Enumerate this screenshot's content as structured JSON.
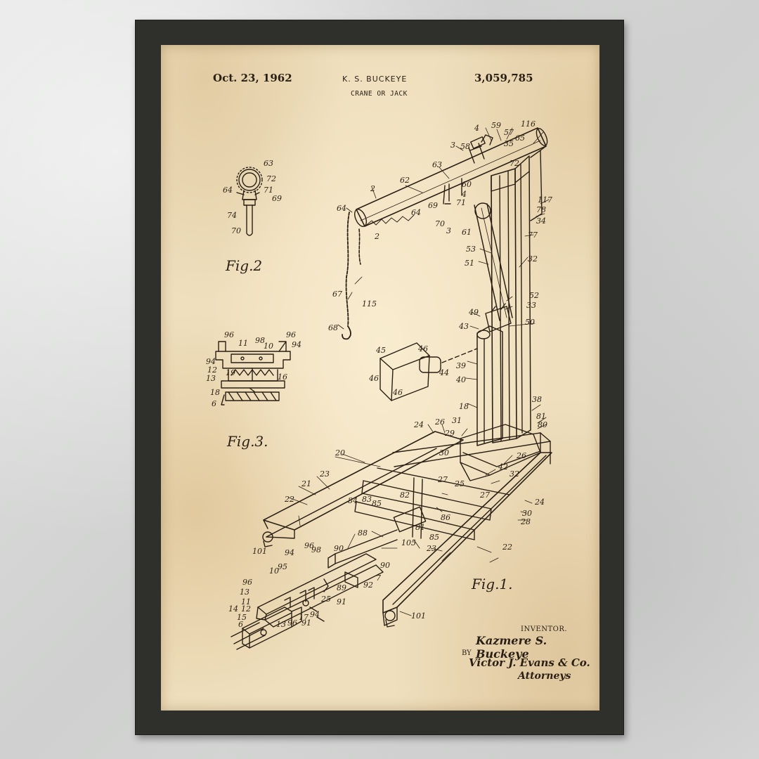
{
  "patent": {
    "date": "Oct. 23, 1962",
    "inventor_header": "K. S. BUCKEYE",
    "title": "CRANE OR JACK",
    "number": "3,059,785"
  },
  "figures": {
    "fig1": "Fig.1.",
    "fig2": "Fig.2",
    "fig3": "Fig.3."
  },
  "signature_block": {
    "inventor_label": "INVENTOR.",
    "inventor_signature": "Kazmere S. Buckeye",
    "by_label": "BY",
    "attorney_signature": "Victor J. Evans & Co.",
    "attorneys_label": "Attorneys"
  },
  "reference_numerals": {
    "fig1": [
      "116",
      "59",
      "57",
      "4",
      "65",
      "3",
      "58",
      "35",
      "63",
      "62",
      "2",
      "60",
      "72",
      "64",
      "4",
      "69",
      "71",
      "117",
      "78",
      "70",
      "61",
      "34",
      "3",
      "77",
      "2",
      "53",
      "51",
      "32",
      "67",
      "115",
      "68",
      "52",
      "33",
      "49",
      "50",
      "43",
      "45",
      "46",
      "39",
      "46",
      "44",
      "46",
      "40",
      "18",
      "38",
      "81",
      "24",
      "26",
      "31",
      "29",
      "80",
      "20",
      "30",
      "26",
      "42",
      "32",
      "21",
      "23",
      "84",
      "27",
      "25",
      "27",
      "22",
      "24",
      "84",
      "83",
      "85",
      "82",
      "86",
      "30",
      "28",
      "101",
      "88",
      "105",
      "89",
      "85",
      "23",
      "22",
      "96",
      "98",
      "96",
      "90",
      "94",
      "95",
      "10",
      "13",
      "11",
      "12",
      "15",
      "14",
      "6",
      "17",
      "94",
      "91",
      "7",
      "92",
      "89",
      "91",
      "25",
      "96",
      "13",
      "101"
    ],
    "fig2": [
      "63",
      "72",
      "64",
      "71",
      "69",
      "74",
      "70"
    ],
    "fig3": [
      "96",
      "11",
      "98",
      "10",
      "96",
      "94",
      "94",
      "12",
      "13",
      "19",
      "16",
      "18",
      "6"
    ]
  },
  "colors": {
    "wall": "#d9dad9",
    "frame": "#2f302c",
    "paper": "#efdfbd",
    "ink": "#2a1f14"
  }
}
